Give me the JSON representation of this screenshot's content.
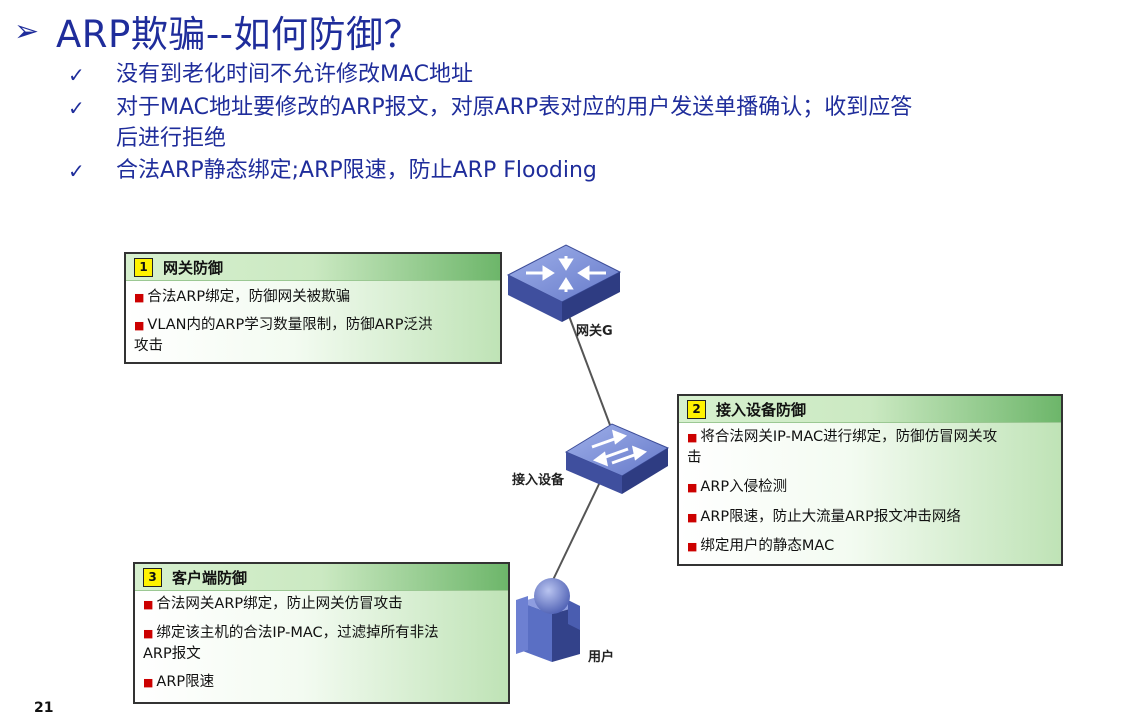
{
  "slide": {
    "title_arrow": "➢",
    "title": "ARP欺骗--如何防御？",
    "check_mark": "✓",
    "bullets": [
      "没有到老化时间不允许修改MAC地址",
      "对于MAC地址要修改的ARP报文，对原ARP表对应的用户发送单播确认；收到应答",
      "后进行拒绝",
      "合法ARP静态绑定;ARP限速，防止ARP Flooding"
    ],
    "page_number": "21"
  },
  "boxes": [
    {
      "number": "1",
      "title": "网关防御",
      "items": [
        "合法ARP绑定，防御网关被欺骗",
        "VLAN内的ARP学习数量限制，防御ARP泛洪",
        "攻击"
      ]
    },
    {
      "number": "2",
      "title": "接入设备防御",
      "items": [
        "将合法网关IP-MAC进行绑定，防御仿冒网关攻",
        "击",
        "ARP入侵检测",
        "ARP限速，防止大流量ARP报文冲击网络",
        "绑定用户的静态MAC"
      ]
    },
    {
      "number": "3",
      "title": "客户端防御",
      "items": [
        "合法网关ARP绑定，防止网关仿冒攻击",
        "绑定该主机的合法IP-MAC，过滤掉所有非法",
        "ARP报文",
        "ARP限速"
      ]
    }
  ],
  "devices": {
    "gateway": "网关G",
    "access": "接入设备",
    "user": "用户"
  },
  "bullet_marker": "■",
  "colors": {
    "title": "#1f2d9b",
    "device_blue": "#5a6fc4",
    "marker_red": "#cc0000",
    "number_yellow": "#fff200"
  }
}
